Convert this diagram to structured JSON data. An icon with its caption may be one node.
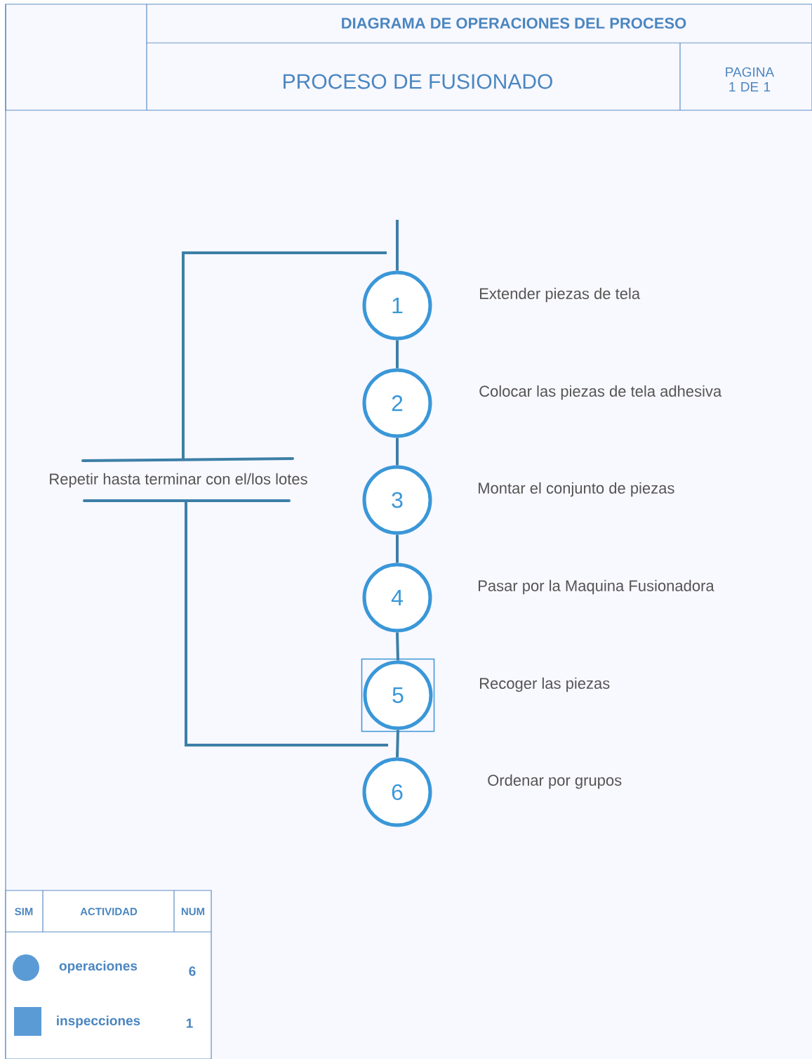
{
  "diagram": {
    "title": "DIAGRAMA DE OPERACIONES DEL PROCESO",
    "nodes": [
      {
        "text": [
          "1"
        ],
        "beside": [
          "Extender piezas de tela"
        ]
      },
      {
        "text": [
          "2"
        ],
        "beside": [
          "Colocar las piezas de tela adhesiva"
        ]
      },
      {
        "text": [
          "3"
        ],
        "beside": [
          "Montar el conjunto de piezas"
        ]
      },
      {
        "text": [
          "4"
        ],
        "beside": [
          "Pasar por la Maquina Fusionadora"
        ]
      },
      {
        "text": [],
        "shape": "box"
      },
      {
        "text": [
          "5"
        ],
        "in": 4,
        "beside": [
          "Recoger las piezas"
        ]
      },
      {
        "text": [
          "6"
        ],
        "beside": [
          "Ordenar por grupos"
        ]
      },
      {
        "text": [
          "Repetir hasta terminar con el/los lotes"
        ]
      }
    ],
    "edges": [
      {
        "from": null,
        "to": 0,
        "arrow": "none"
      },
      {
        "from": 0,
        "to": 1,
        "arrow": "none"
      },
      {
        "from": 1,
        "to": 2,
        "arrow": "none"
      },
      {
        "from": 2,
        "to": 3,
        "arrow": "none"
      },
      {
        "from": 3,
        "to": 5,
        "arrow": "none"
      },
      {
        "from": 5,
        "to": 6,
        "arrow": "none"
      },
      {
        "from": null,
        "to": 7,
        "arrow": "none",
        "color": "#3d7fa6"
      },
      {
        "from": 7,
        "to": null,
        "arrow": "none",
        "color": "#3d7fa6"
      }
    ],
    "labels": [
      "PROCESO DE FUSIONADO",
      "PAGINA 1 DE 1",
      "SIM",
      "ACTIVIDAD",
      "NUM",
      "operaciones",
      "6",
      "inspecciones",
      "1"
    ]
  }
}
